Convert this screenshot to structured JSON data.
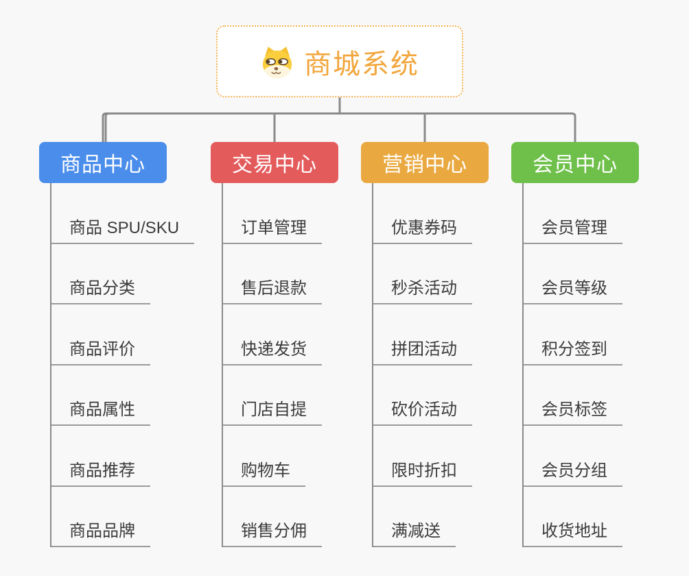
{
  "page": {
    "background": "#f8f8f8"
  },
  "connectors": {
    "tree_line_color": "#8a8a8a",
    "underline_color": "#9a9a9a"
  },
  "root": {
    "title": "商城系统",
    "icon": "dog-face-icon",
    "text_color": "#f2a63c",
    "border_color": "#f3b14e",
    "background": "#ffffff"
  },
  "item_text_color": "#3b3b3b",
  "branches": [
    {
      "label": "商品中心",
      "color": "#4a8deb",
      "children": [
        "商品 SPU/SKU",
        "商品分类",
        "商品评价",
        "商品属性",
        "商品推荐",
        "商品品牌"
      ]
    },
    {
      "label": "交易中心",
      "color": "#e45b5c",
      "children": [
        "订单管理",
        "售后退款",
        "快递发货",
        "门店自提",
        "购物车",
        "销售分佣"
      ]
    },
    {
      "label": "营销中心",
      "color": "#eaa940",
      "children": [
        "优惠券码",
        "秒杀活动",
        "拼团活动",
        "砍价活动",
        "限时折扣",
        "满减送"
      ]
    },
    {
      "label": "会员中心",
      "color": "#6ec04a",
      "children": [
        "会员管理",
        "会员等级",
        "积分签到",
        "会员标签",
        "会员分组",
        "收货地址"
      ]
    }
  ]
}
